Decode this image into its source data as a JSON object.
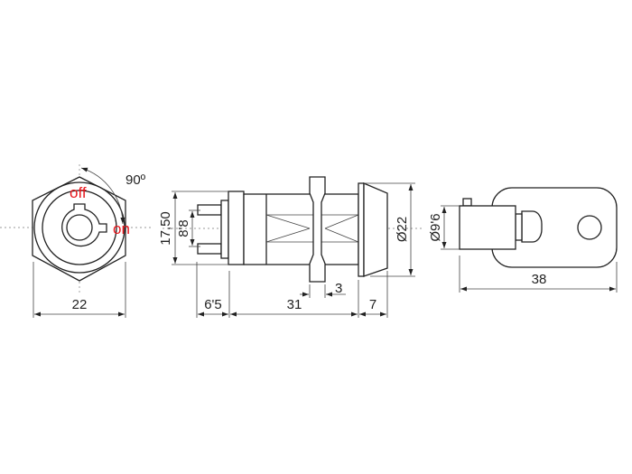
{
  "colors": {
    "line": "#222222",
    "state_label": "#e8151b"
  },
  "front_view": {
    "angle": "90º",
    "off_label": "off",
    "on_label": "on",
    "width": "22"
  },
  "side_view": {
    "height": "17,50",
    "pin_spacing": "8'8",
    "pin_length": "6'5",
    "body_length": "31",
    "nut_thickness": "3",
    "flange_depth": "7",
    "flange_diameter": "Ø22"
  },
  "key_view": {
    "diameter": "Ø9'6",
    "length": "38"
  }
}
